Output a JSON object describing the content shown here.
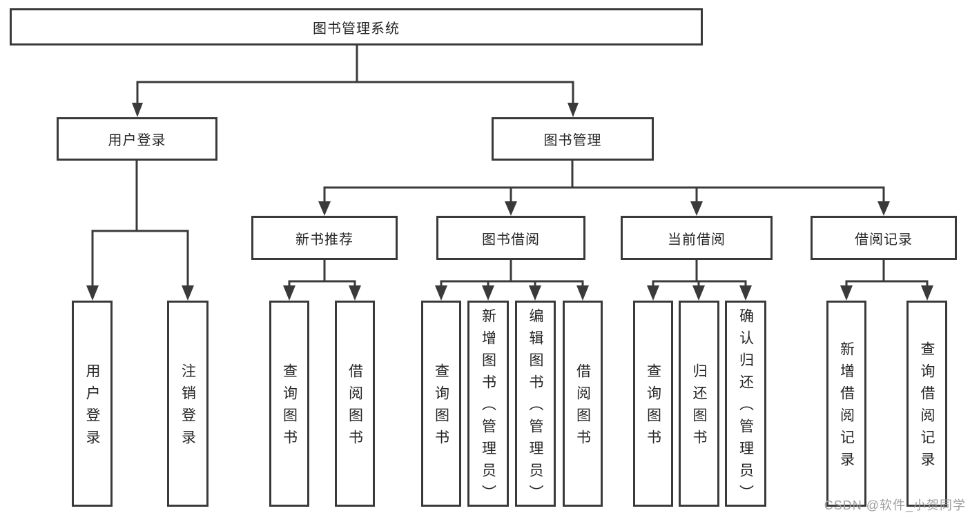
{
  "diagram_type": "hierarchy-tree",
  "nodes": {
    "root": "图书管理系统",
    "level2": [
      "用户登录",
      "图书管理"
    ],
    "level3": [
      "新书推荐",
      "图书借阅",
      "当前借阅",
      "借阅记录"
    ],
    "leaves": [
      "用户登录",
      "注销登录",
      "查询图书",
      "借阅图书",
      "查询图书",
      "新增图书（管理员）",
      "编辑图书（管理员）",
      "借阅图书",
      "查询图书",
      "归还图书",
      "确认归还（管理员）",
      "新增借阅记录",
      "查询借阅记录"
    ]
  },
  "hierarchy": {
    "图书管理系统": {
      "用户登录": [
        "用户登录",
        "注销登录"
      ],
      "图书管理": {
        "新书推荐": [
          "查询图书",
          "借阅图书"
        ],
        "图书借阅": [
          "查询图书",
          "新增图书（管理员）",
          "编辑图书（管理员）",
          "借阅图书"
        ],
        "当前借阅": [
          "查询图书",
          "归还图书",
          "确认归还（管理员）"
        ],
        "借阅记录": [
          "新增借阅记录",
          "查询借阅记录"
        ]
      }
    }
  },
  "watermark": "CSDN @软件_小贺同学",
  "colors": {
    "line": "#3a3a3a",
    "box_border": "#3a3a3a",
    "box_fill": "#ffffff",
    "text": "#262626",
    "watermark": "#9e9e9e",
    "background": "#ffffff"
  }
}
